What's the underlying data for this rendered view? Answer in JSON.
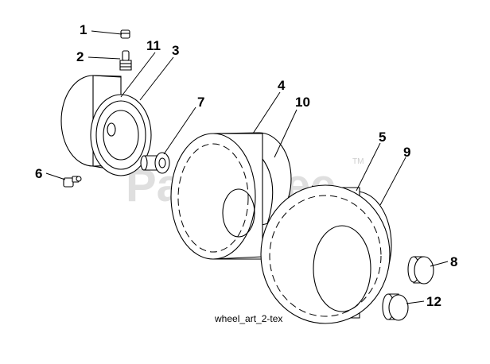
{
  "watermark": {
    "text": "PartsTree",
    "tm": "TM"
  },
  "figure_ref": "wheel_art_2-tex",
  "callouts": [
    "1",
    "2",
    "11",
    "3",
    "7",
    "4",
    "10",
    "5",
    "9",
    "6",
    "8",
    "12"
  ],
  "parts": {
    "rim": "rim-drawing",
    "valve_cap": "valve-cap-drawing",
    "valve_stem": "valve-stem-drawing",
    "fitting": "grease-fitting-drawing",
    "bushing": "flange-bushing-drawing",
    "front_tire": "front-tire-drawing",
    "rear_tire": "rear-tire-drawing",
    "cap_8": "hub-cap-drawing",
    "cap_12": "hub-cap-drawing"
  }
}
